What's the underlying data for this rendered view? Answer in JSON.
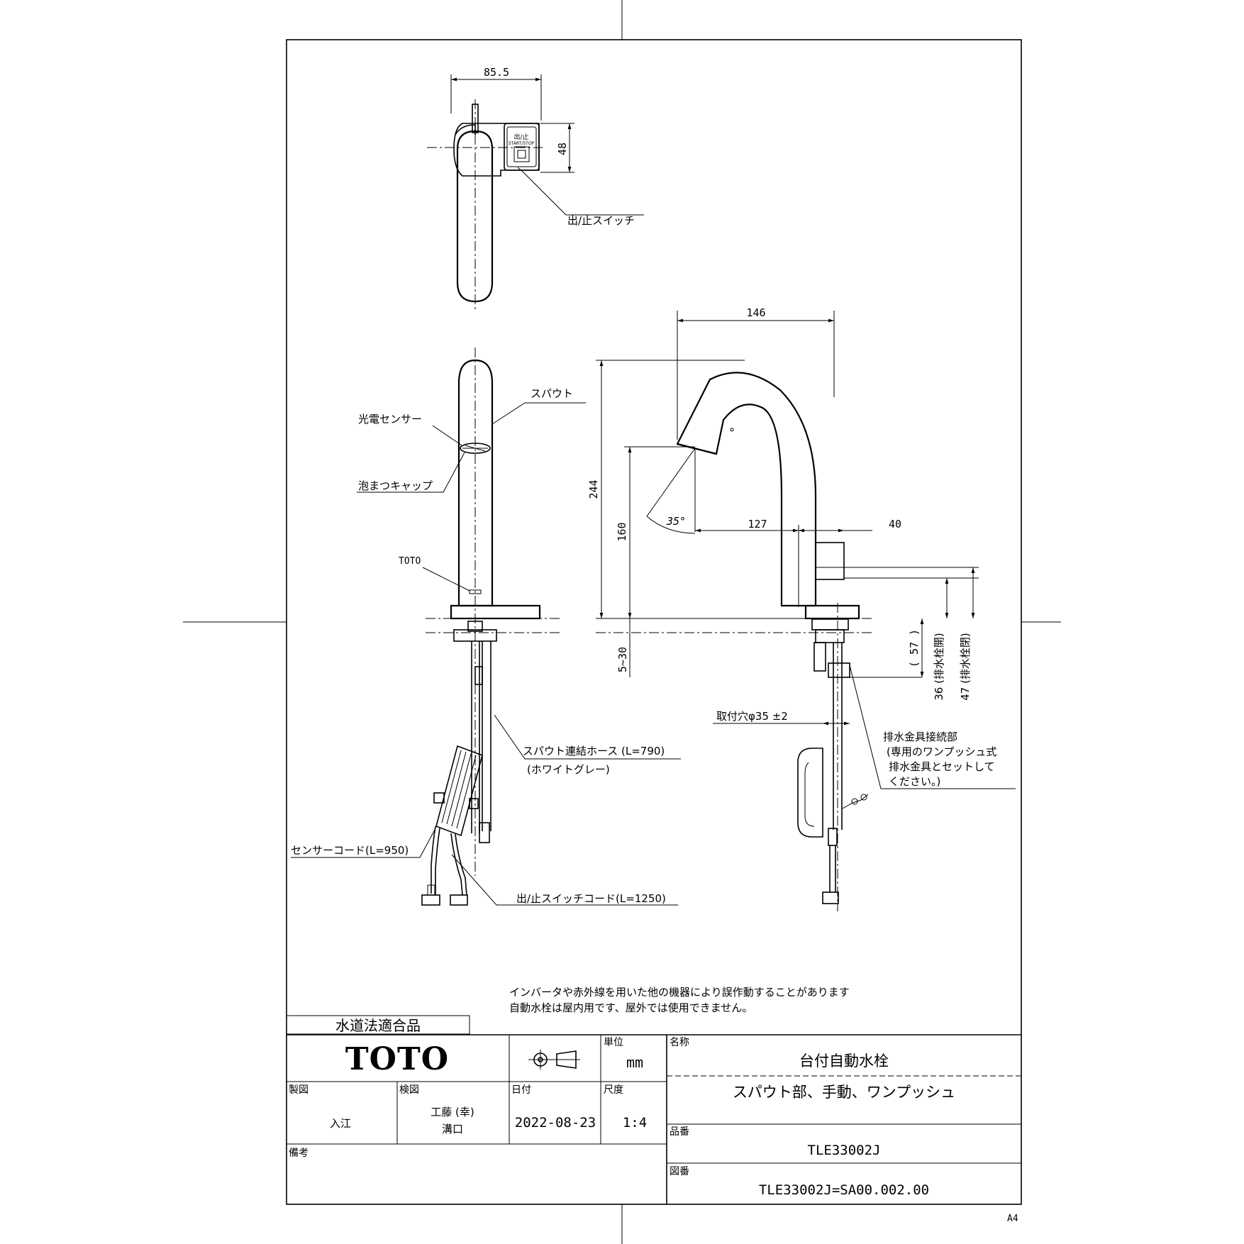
{
  "dimensions": {
    "top_width": "85.5",
    "top_height": "48",
    "side_width": "146",
    "height_total": "244",
    "height_outlet": "160",
    "angle": "35°",
    "reach": "127",
    "switch_offset": "40",
    "deck_thickness": "5~30",
    "paren_57": "( 57 )",
    "drain_36": "36 (排水栓開)",
    "drain_47": "47 (排水栓閉)",
    "mount_hole": "取付穴φ35 ±2"
  },
  "labels": {
    "switch": "出/止スイッチ",
    "switch_plate_1": "出/止",
    "switch_plate_2": "START/STOP",
    "spout": "スパウト",
    "sensor": "光電センサー",
    "aerator": "泡まつキャップ",
    "toto_mark": "TOTO",
    "hose": "スパウト連結ホース (L=790)",
    "hose_color": "(ホワイトグレー)",
    "sensor_cord": "センサーコード(L=950)",
    "switch_cord": "出/止スイッチコード(L=1250)",
    "drain_connect": [
      "排水金具接続部",
      "(専用のワンプッシュ式",
      "排水金具とセットして",
      "ください。)"
    ]
  },
  "notes": [
    "インバータや赤外線を用いた他の機器により誤作動することがあります",
    "自動水栓は屋内用です、屋外では使用できません。"
  ],
  "title_block": {
    "compliance": "水道法適合品",
    "brand": "TOTO",
    "unit_label": "単位",
    "unit": "mm",
    "name_label": "名称",
    "name": "台付自動水栓",
    "subtitle": "スパウト部、手動、ワンプッシュ",
    "drawn_label": "製図",
    "drawn_by": "入江",
    "checked_label": "検図",
    "checked_by_1": "工藤 (幸)",
    "checked_by_2": "溝口",
    "date_label": "日付",
    "date": "2022-08-23",
    "scale_label": "尺度",
    "scale": "1:4",
    "part_label": "品番",
    "part_number": "TLE33002J",
    "remarks_label": "備考",
    "drawing_label": "図番",
    "drawing_number": "TLE33002J=SA00.002.00",
    "paper_size": "A4"
  }
}
